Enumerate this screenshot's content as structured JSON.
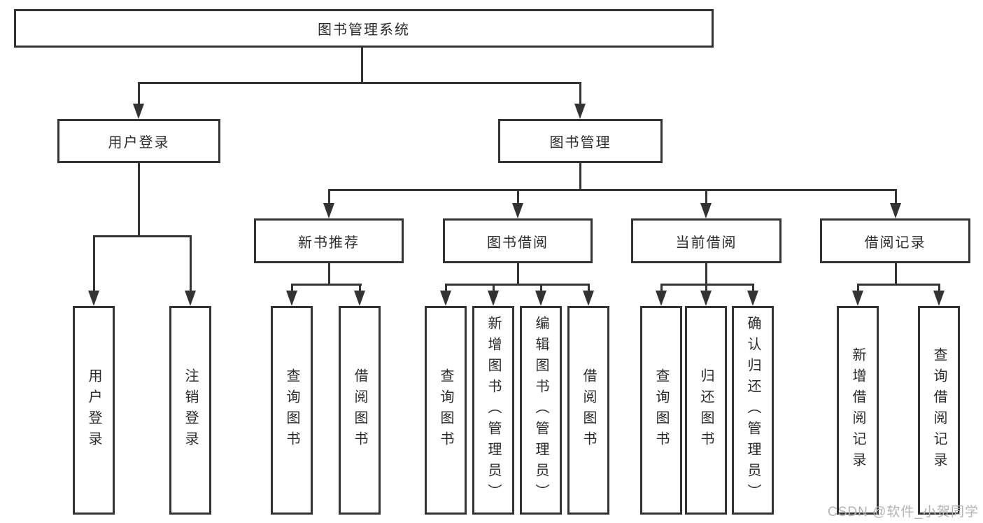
{
  "colors": {
    "line": "#333333",
    "text": "#2b2b2b",
    "box_background": "#ffffff",
    "background": "#ffffff",
    "watermark": "#b3b3b3"
  },
  "watermark": {
    "text": "CSDN @软件_小贺同学"
  },
  "tree": {
    "root": {
      "label": "图书管理系统"
    },
    "branches": [
      {
        "label": "用户登录",
        "children": [
          {
            "label": "用户登录"
          },
          {
            "label": "注销登录"
          }
        ]
      },
      {
        "label": "图书管理",
        "children": [
          {
            "label": "新书推荐",
            "children": [
              {
                "label": "查询图书"
              },
              {
                "label": "借阅图书"
              }
            ]
          },
          {
            "label": "图书借阅",
            "children": [
              {
                "label": "查询图书"
              },
              {
                "label": "新增图书（管理员）"
              },
              {
                "label": "编辑图书（管理员）"
              },
              {
                "label": "借阅图书"
              }
            ]
          },
          {
            "label": "当前借阅",
            "children": [
              {
                "label": "查询图书"
              },
              {
                "label": "归还图书"
              },
              {
                "label": "确认归还（管理员）"
              }
            ]
          },
          {
            "label": "借阅记录",
            "children": [
              {
                "label": "新增借阅记录"
              },
              {
                "label": "查询借阅记录"
              }
            ]
          }
        ]
      }
    ]
  }
}
